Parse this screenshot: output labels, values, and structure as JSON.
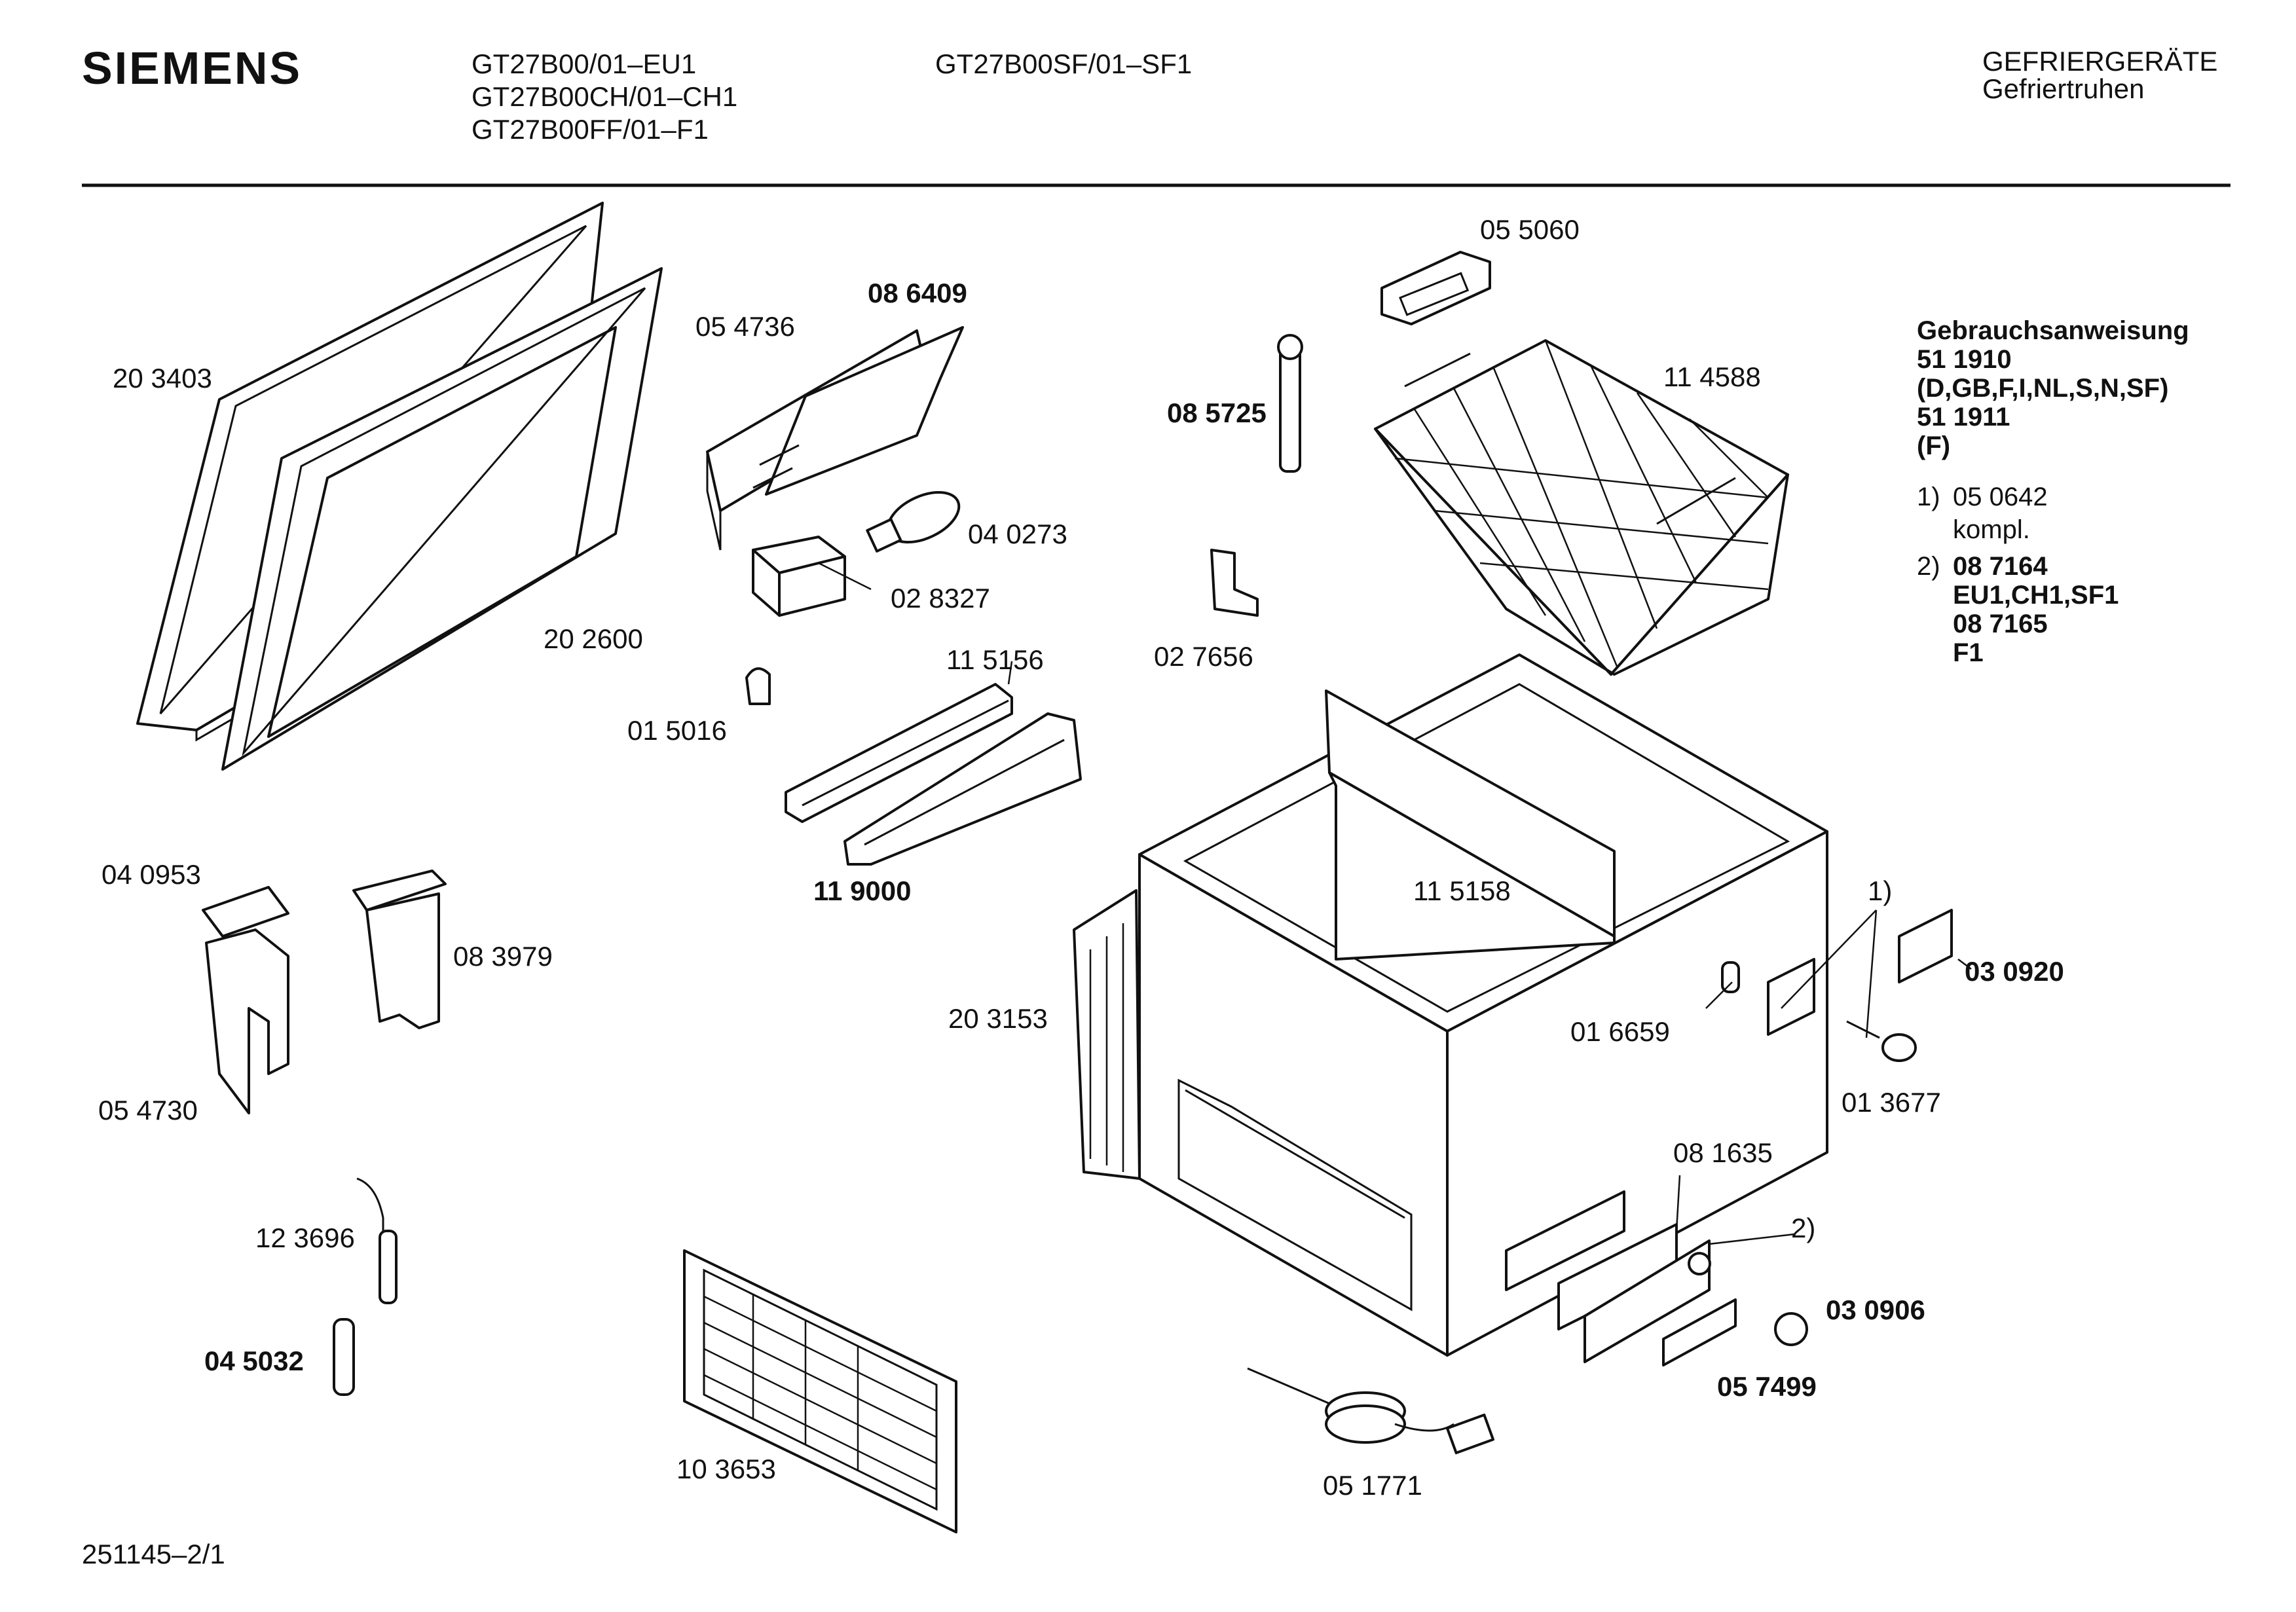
{
  "header": {
    "brand": "SIEMENS",
    "models_col1": [
      "GT27B00/01–EU1",
      "GT27B00CH/01–CH1",
      "GT27B00FF/01–F1"
    ],
    "models_col2": [
      "GT27B00SF/01–SF1"
    ],
    "category": "GEFRIERGERÄTE",
    "subcategory": "Gefriertruhen"
  },
  "parts": {
    "p203403": "20 3403",
    "p202600": "20 2600",
    "p054736": "05 4736",
    "p086409": "08 6409",
    "p040273": "04 0273",
    "p028327": "02  8327",
    "p015016": "01 5016",
    "p115156": "11 5156",
    "p119000": "11 9000",
    "p055060": "05 5060",
    "p114588": "11 4588",
    "p085725": "08 5725",
    "p027656": "02 7656",
    "p115158": "11 5158",
    "p040953": "04 0953",
    "p083979": "08 3979",
    "p054730": "05 4730",
    "p203153": "20 3153",
    "p016659": "01 6659",
    "p013677": "01 3677",
    "p030920": "03 0920",
    "p081635": "08 1635",
    "p030906": "03 0906",
    "p057499": "05 7499",
    "p123696": "12 3696",
    "p045032": "04 5032",
    "p103653": "10 3653",
    "p051771": "05 1771",
    "ref1": "1)",
    "ref2": "2)"
  },
  "sidebar": {
    "title": "Gebrauchsanweisung",
    "manual_de": "51 1910",
    "manual_de_langs": "(D,GB,F,I,NL,S,N,SF)",
    "manual_f": "51 1911",
    "manual_f_lang": "(F)",
    "note1_prefix": "1)",
    "note1_part": "05 0642",
    "note1_desc": "kompl.",
    "note2_prefix": "2)",
    "note2_part": "08 7164",
    "note2_variants": "EU1,CH1,SF1",
    "note2_part_alt": "08 7165",
    "note2_variant_alt": "F1"
  },
  "footer": {
    "doc_id": "251145–2/1"
  }
}
